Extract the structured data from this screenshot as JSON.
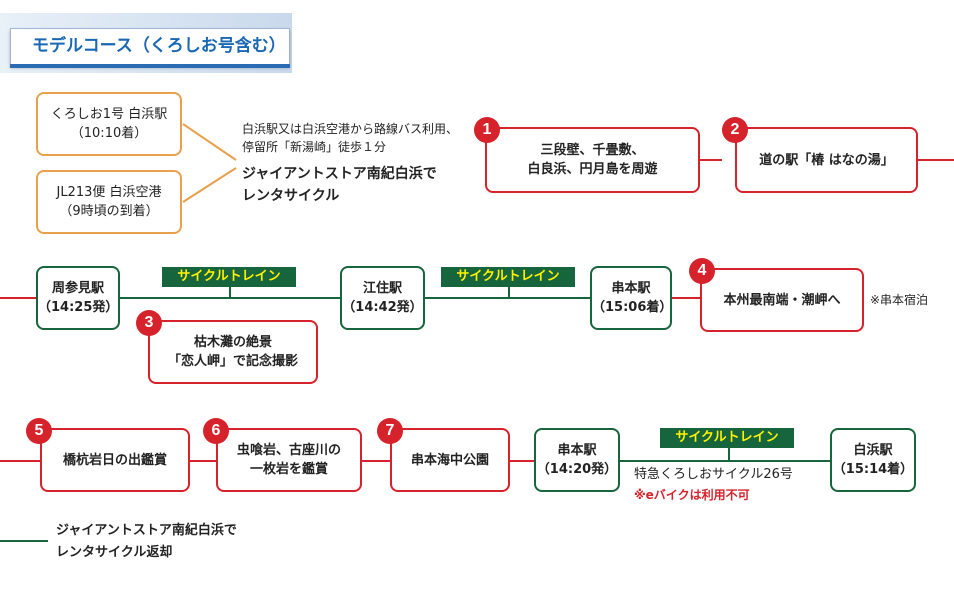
{
  "header": {
    "title": "モデルコース（くろしお号含む）"
  },
  "start": {
    "train": "くろしお1号 白浜駅\n（10:10着）",
    "flight": "JL213便 白浜空港\n（9時頃の到着）",
    "bus_note": "白浜駅又は白浜空港から路線バス利用、\n停留所「新湯崎」徒歩１分",
    "rental_note": "ジャイアントストア南紀白浜で\nレンタサイクル"
  },
  "spots": [
    {
      "num": "1",
      "label": "三段壁、千畳敷、\n白良浜、円月島を周遊"
    },
    {
      "num": "2",
      "label": "道の駅「椿 はなの湯」"
    },
    {
      "num": "3",
      "label": "枯木灘の絶景\n「恋人岬」で記念撮影"
    },
    {
      "num": "4",
      "label": "本州最南端・潮岬へ"
    },
    {
      "num": "5",
      "label": "橋杭岩日の出鑑賞"
    },
    {
      "num": "6",
      "label": "虫喰岩、古座川の\n一枚岩を鑑賞"
    },
    {
      "num": "7",
      "label": "串本海中公園"
    }
  ],
  "stations": {
    "susami": "周参見駅\n（14:25発）",
    "esumi": "江住駅\n（14:42発）",
    "kushimoto_arr": "串本駅\n（15:06着）",
    "kushimoto_dep": "串本駅\n（14:20発）",
    "shirahama_arr": "白浜駅\n（15:14着）"
  },
  "cycle_train_label": "サイクルトレイン",
  "stay_note": "※串本宿泊",
  "final_train": "特急くろしおサイクル26号",
  "ebike_note": "※eバイクは利用不可",
  "return_note": "ジャイアントストア南紀白浜で\nレンタサイクル返却",
  "colors": {
    "red": "#d6222b",
    "green": "#17653d",
    "orange": "#e8a04c",
    "blue": "#1a67b3",
    "tag_text": "#fff200"
  }
}
